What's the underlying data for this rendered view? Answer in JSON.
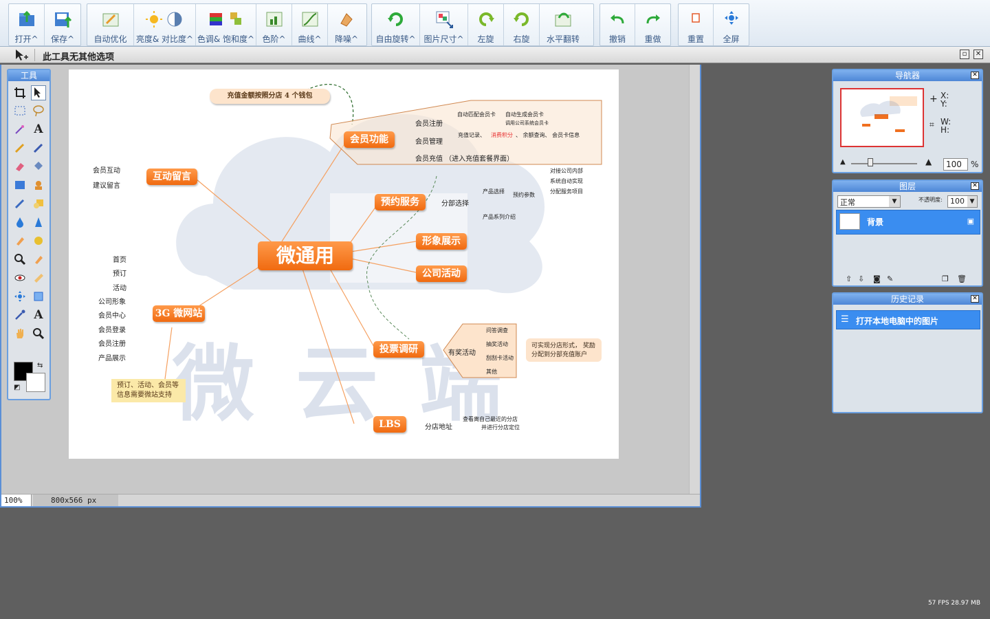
{
  "toolbar": {
    "groups": [
      [
        {
          "label": "打开^",
          "icon": "open-icon"
        },
        {
          "label": "保存^",
          "icon": "save-icon"
        }
      ],
      [
        {
          "label": "自动优化",
          "icon": "auto-enhance-icon"
        },
        {
          "label": "亮度& 对比度^",
          "icon": "brightness-contrast-icon"
        },
        {
          "label": "色调& 饱和度^",
          "icon": "hue-saturation-icon"
        },
        {
          "label": "色阶^",
          "icon": "levels-icon"
        },
        {
          "label": "曲线^",
          "icon": "curves-icon"
        },
        {
          "label": "降噪^",
          "icon": "denoise-icon"
        }
      ],
      [
        {
          "label": "自由旋转^",
          "icon": "free-rotate-icon"
        },
        {
          "label": "图片尺寸^",
          "icon": "image-size-icon"
        },
        {
          "label": "左旋",
          "icon": "rotate-left-icon"
        },
        {
          "label": "右旋",
          "icon": "rotate-right-icon"
        },
        {
          "label": "水平翻转",
          "icon": "flip-horizontal-icon"
        }
      ],
      [
        {
          "label": "撤销",
          "icon": "undo-icon"
        },
        {
          "label": "重做",
          "icon": "redo-icon"
        }
      ],
      [
        {
          "label": "重置",
          "icon": "reset-icon"
        },
        {
          "label": "全屏",
          "icon": "fullscreen-icon"
        }
      ]
    ]
  },
  "options_bar": {
    "message": "此工具无其他选项"
  },
  "tools_panel": {
    "title": "工具"
  },
  "status": {
    "zoom": "100%",
    "dimensions": "800x566 px"
  },
  "navigator": {
    "title": "导航器",
    "x_label": "X:",
    "y_label": "Y:",
    "w_label": "W:",
    "h_label": "H:",
    "zoom_value": "100",
    "zoom_unit": "%"
  },
  "layers": {
    "title": "图层",
    "blend_mode": "正常",
    "opacity_label": "不透明度:",
    "opacity_value": "100",
    "layer_name": "背景"
  },
  "history": {
    "title": "历史记录",
    "items": [
      "打开本地电脑中的图片"
    ]
  },
  "fps": "57 FPS 28.97 MB",
  "mindmap": {
    "center": "微通用",
    "top_note": "充值金额按照分店 4 个钱包",
    "member": {
      "label": "会员功能",
      "register": "会员注册",
      "reg_a": "自动匹配会员卡",
      "reg_b": "自动生成会员卡",
      "reg_c": "调用公司系统会员卡",
      "manage": "会员管理",
      "manage_a": "充值记录、",
      "manage_b": "消费积分",
      "manage_c": "、 余额查询、 会员卡信息",
      "recharge": "会员充值 （进入充值套餐界面）"
    },
    "interact": {
      "label": "互动留言",
      "a": "会员互动",
      "b": "建议留言"
    },
    "booking": {
      "label": "预约服务",
      "branch": "分部选择",
      "product": "产品选择",
      "params": "预约参数",
      "series": "产品系列介绍",
      "r1": "对接公司内部",
      "r2": "系统自动实现",
      "r3": "分配服务项目"
    },
    "image": "形象展示",
    "activity": "公司活动",
    "site": {
      "label": "3G 微网站",
      "items": [
        "首页",
        "预订",
        "活动",
        "公司形象",
        "会员中心",
        "会员登录",
        "会员注册",
        "产品展示"
      ],
      "note": "预订、活动、会员等信息需要微站支持"
    },
    "vote": {
      "label": "投票调研",
      "prize": "有奖活动",
      "items": [
        "问答调查",
        "抽奖活动",
        "刮刮卡活动",
        "其他"
      ],
      "note": "可实现分店形式， 奖励分配到分部充值账户"
    },
    "lbs": {
      "label": "LBS",
      "branch": "分店地址",
      "desc1": "查看离自己最近的分店",
      "desc2": "并进行分店定位"
    },
    "watermark": "微云端"
  }
}
